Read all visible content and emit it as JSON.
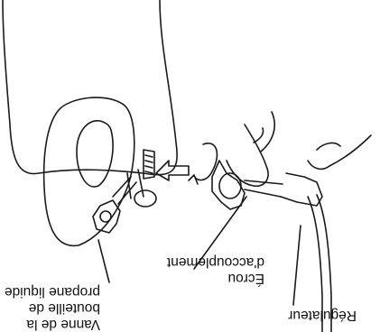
{
  "labels": {
    "valve": "Vanne de la\nbouteille de\npropane liquide",
    "nut": "Écrou\nd'accouplement",
    "regulator": "Régulateur"
  },
  "colors": {
    "line": "#1a1a1a",
    "paper": "#ffffff",
    "text": "#111111"
  }
}
